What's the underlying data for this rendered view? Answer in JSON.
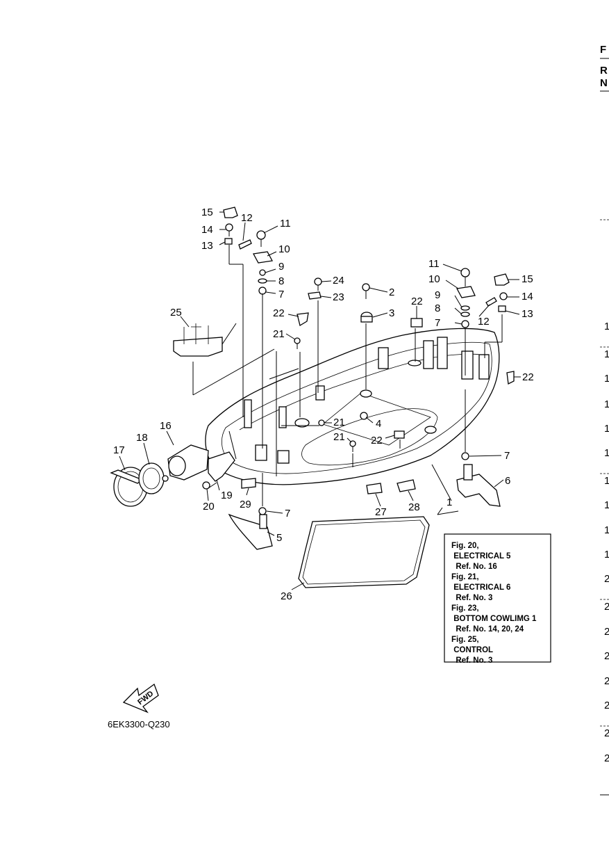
{
  "diagram_code": "6EK3300-Q230",
  "fwd_label": "FWD",
  "callouts": [
    "1",
    "2",
    "3",
    "4",
    "5",
    "6",
    "7",
    "8",
    "9",
    "10",
    "11",
    "12",
    "13",
    "14",
    "15",
    "16",
    "17",
    "18",
    "19",
    "20",
    "21",
    "22",
    "23",
    "24",
    "25",
    "26",
    "27",
    "28",
    "29"
  ],
  "reference_box": {
    "lines": [
      "Fig. 20,",
      " ELECTRICAL 5",
      "  Ref. No. 16",
      "Fig. 21,",
      " ELECTRICAL 6",
      "  Ref. No. 3",
      "Fig. 23,",
      " BOTTOM COWLIMG 1",
      "  Ref. No. 14, 20, 24",
      "Fig. 25,",
      " CONTROL",
      "  Ref. No. 3"
    ]
  },
  "right_edge": {
    "header": [
      "F",
      "R",
      "N"
    ],
    "column": [
      "1",
      "1",
      "1",
      "1",
      "1",
      "1",
      "1",
      "1",
      "1",
      "1",
      "2",
      "2",
      "2",
      "2",
      "2",
      "2",
      "2"
    ]
  }
}
